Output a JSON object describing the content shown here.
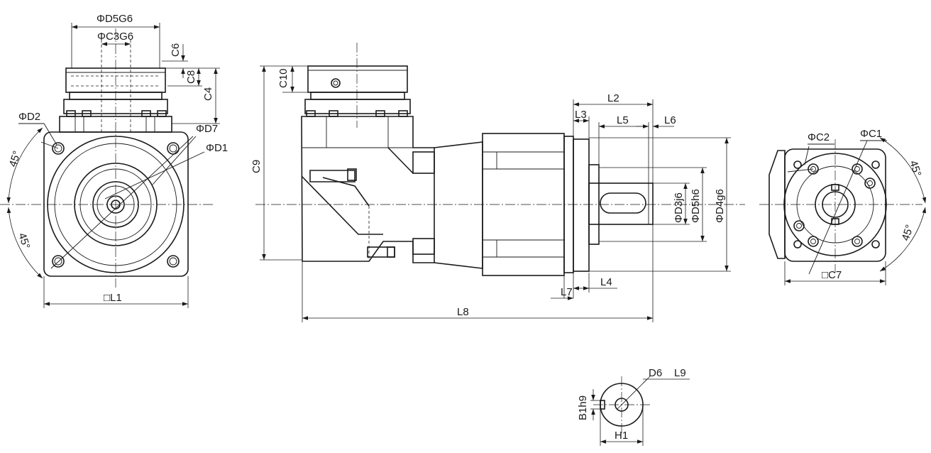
{
  "labels": {
    "phi_d5g6": "ΦD5G6",
    "phi_c3g6": "ΦC3G6",
    "c6": "C6",
    "c8": "C8",
    "c4": "C4",
    "phi_d2": "ΦD2",
    "phi_d7": "ΦD7",
    "phi_d1": "ΦD1",
    "angle_top_left": "45°",
    "angle_bottom_left": "45°",
    "square_l1": "□L1",
    "c10": "C10",
    "c9": "C9",
    "l2": "L2",
    "l3": "L3",
    "l5": "L5",
    "l6": "L6",
    "phi_d3j6": "ΦD3j6",
    "phi_d5h6": "ΦD5h6",
    "phi_d4g6": "ΦD4g6",
    "l7": "L7",
    "l4": "L4",
    "l8": "L8",
    "phi_c2": "ΦC2",
    "phi_c1": "ΦC1",
    "angle_top_right": "45°",
    "angle_bottom_right": "45°",
    "square_c7": "□C7",
    "d6": "D6",
    "l9": "L9",
    "b1h9": "B1h9",
    "h1": "H1"
  }
}
